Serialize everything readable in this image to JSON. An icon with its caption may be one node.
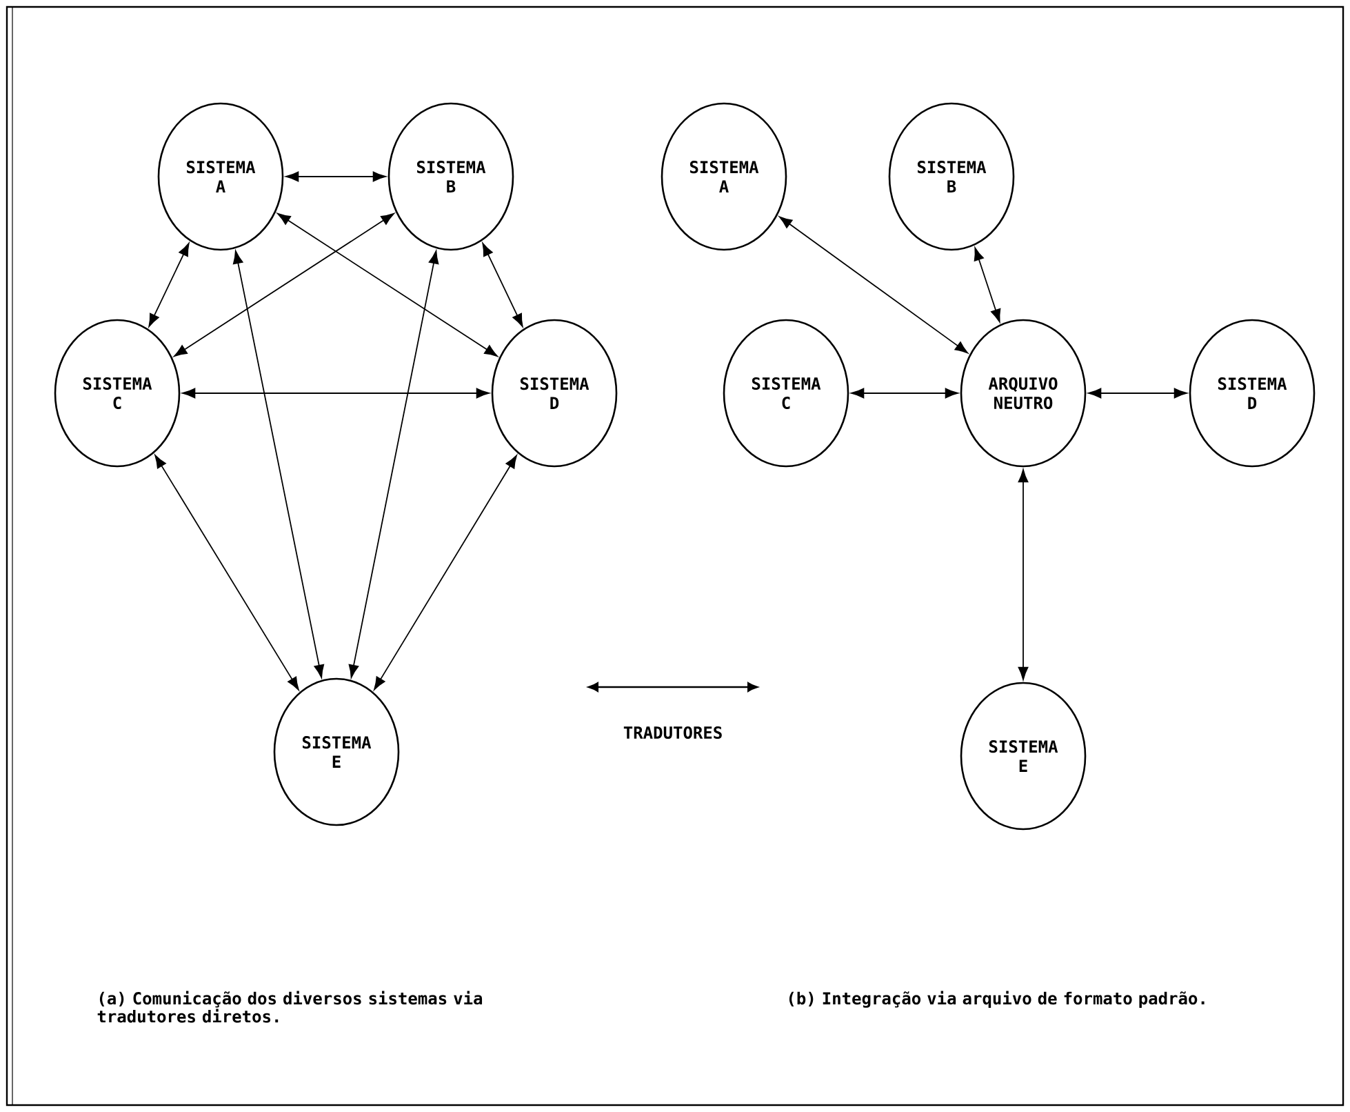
{
  "diagram": {
    "nodes": [
      {
        "text": [
          "SISTEMA A"
        ]
      },
      {
        "text": [
          "SISTEMA B"
        ]
      },
      {
        "text": [
          "SISTEMA C"
        ]
      },
      {
        "text": [
          "SISTEMA D"
        ]
      },
      {
        "text": [
          "SISTEMA E"
        ]
      },
      {
        "text": [
          "SISTEMA A"
        ]
      },
      {
        "text": [
          "SISTEMA B"
        ]
      },
      {
        "text": [
          "SISTEMA C"
        ]
      },
      {
        "text": [
          "ARQUIVO NEUTRO"
        ]
      },
      {
        "text": [
          "SISTEMA D"
        ]
      },
      {
        "text": [
          "SISTEMA E"
        ]
      }
    ],
    "edges": [
      {
        "from": 0,
        "to": 1,
        "arrow": "both"
      },
      {
        "from": 0,
        "to": 2,
        "arrow": "both"
      },
      {
        "from": 0,
        "to": 3,
        "arrow": "both"
      },
      {
        "from": 0,
        "to": 4,
        "arrow": "both"
      },
      {
        "from": 1,
        "to": 2,
        "arrow": "both"
      },
      {
        "from": 1,
        "to": 3,
        "arrow": "both"
      },
      {
        "from": 1,
        "to": 4,
        "arrow": "both"
      },
      {
        "from": 2,
        "to": 3,
        "arrow": "both"
      },
      {
        "from": 2,
        "to": 4,
        "arrow": "both"
      },
      {
        "from": 3,
        "to": 4,
        "arrow": "both"
      },
      {
        "from": 5,
        "to": 8,
        "arrow": "both"
      },
      {
        "from": 6,
        "to": 8,
        "arrow": "both"
      },
      {
        "from": 7,
        "to": 8,
        "arrow": "both"
      },
      {
        "from": 8,
        "to": 9,
        "arrow": "both"
      },
      {
        "from": 8,
        "to": 10,
        "arrow": "both"
      }
    ],
    "labels": [
      "(a) Comunicação dos diversos sistemas via tradutores diretos.",
      "(b) Integração via arquivo de formato padrão."
    ],
    "legend": [
      {
        "text": "TRADUTORES"
      }
    ]
  }
}
